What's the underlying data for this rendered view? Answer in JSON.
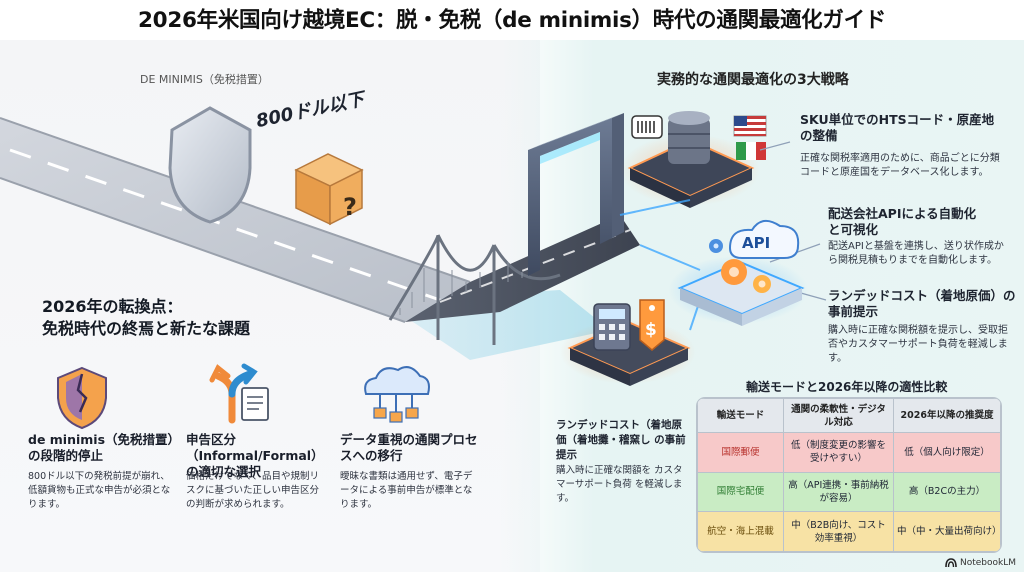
{
  "title": "2026年米国向け越境EC：脱・免税（de minimis）時代の通関最適化ガイド",
  "left_top": {
    "caption": "DE MINIMIS（免税措置）",
    "threshold": "800ドル以下",
    "box_mark": "?"
  },
  "turning_point": {
    "heading_line1": "2026年の転換点：",
    "heading_line2": "免税時代の終焉と新たな課題"
  },
  "columns": [
    {
      "title": "de minimis（免税措置）の段階的停止",
      "body": "800ドル以下の発税前提が崩れ、低額貨物も正式な申告が必須となります。"
    },
    {
      "title": "申告区分（Informal/Formal）の適切な選択",
      "body": "価格だけでなく、品目や規制リスクに基づいた正しい申告区分の判断が求められます。"
    },
    {
      "title": "データ重視の通関プロセスへの移行",
      "body": "曖昧な書類は通用せず、電子データによる事前申告が標準となります。"
    }
  ],
  "strategies": {
    "heading": "実務的な通関最適化の3大戦略",
    "items": [
      {
        "title": "SKU単位でのHTSコード・原産地の整備",
        "body": "正確な関税率適用のために、商品ごとに分類コードと原産国をデータベース化します。"
      },
      {
        "title": "配送会社APIによる自動化と可視化",
        "body": "配送APIと基盤を連携し、送り状作成から関税見積もりまでを自動化します。"
      },
      {
        "title": "ランデッドコスト（着地原価）の事前提示",
        "body": "購入時に正確な関税額を提示し、受取拒否やカスタマーサポート負荷を軽減します。"
      }
    ],
    "api_label": "API",
    "price_mark": "$"
  },
  "landed_note": {
    "title": "ランデッドコスト（着地原価（着地攤・稽窯し の事前提示",
    "body": "購入時に正確な関額を カスタマーサポート負荷 を軽減します。"
  },
  "comparison": {
    "heading": "輸送モードと2026年以降の適性比較",
    "headers": [
      "輸送モード",
      "通関の柔軟性・デジタル対応",
      "2026年以降の推奨度"
    ],
    "rows": [
      [
        "国際郵便",
        "低（制度変更の影響を受けやすい）",
        "低（個人向け限定）"
      ],
      [
        "国際宅配便",
        "高（API連携・事前納税が容易）",
        "高（B2Cの主力）"
      ],
      [
        "航空・海上混載",
        "中（B2B向け、コスト効率重視）",
        "中（中・大量出荷向け）"
      ]
    ]
  },
  "brand": "NotebookLM",
  "colors": {
    "red_row": "#f7c9c9",
    "green_row": "#c9ecc4",
    "yellow_row": "#f7e2a5",
    "neon_blue": "#3fa8ff",
    "neon_orange": "#ff8a3d"
  }
}
